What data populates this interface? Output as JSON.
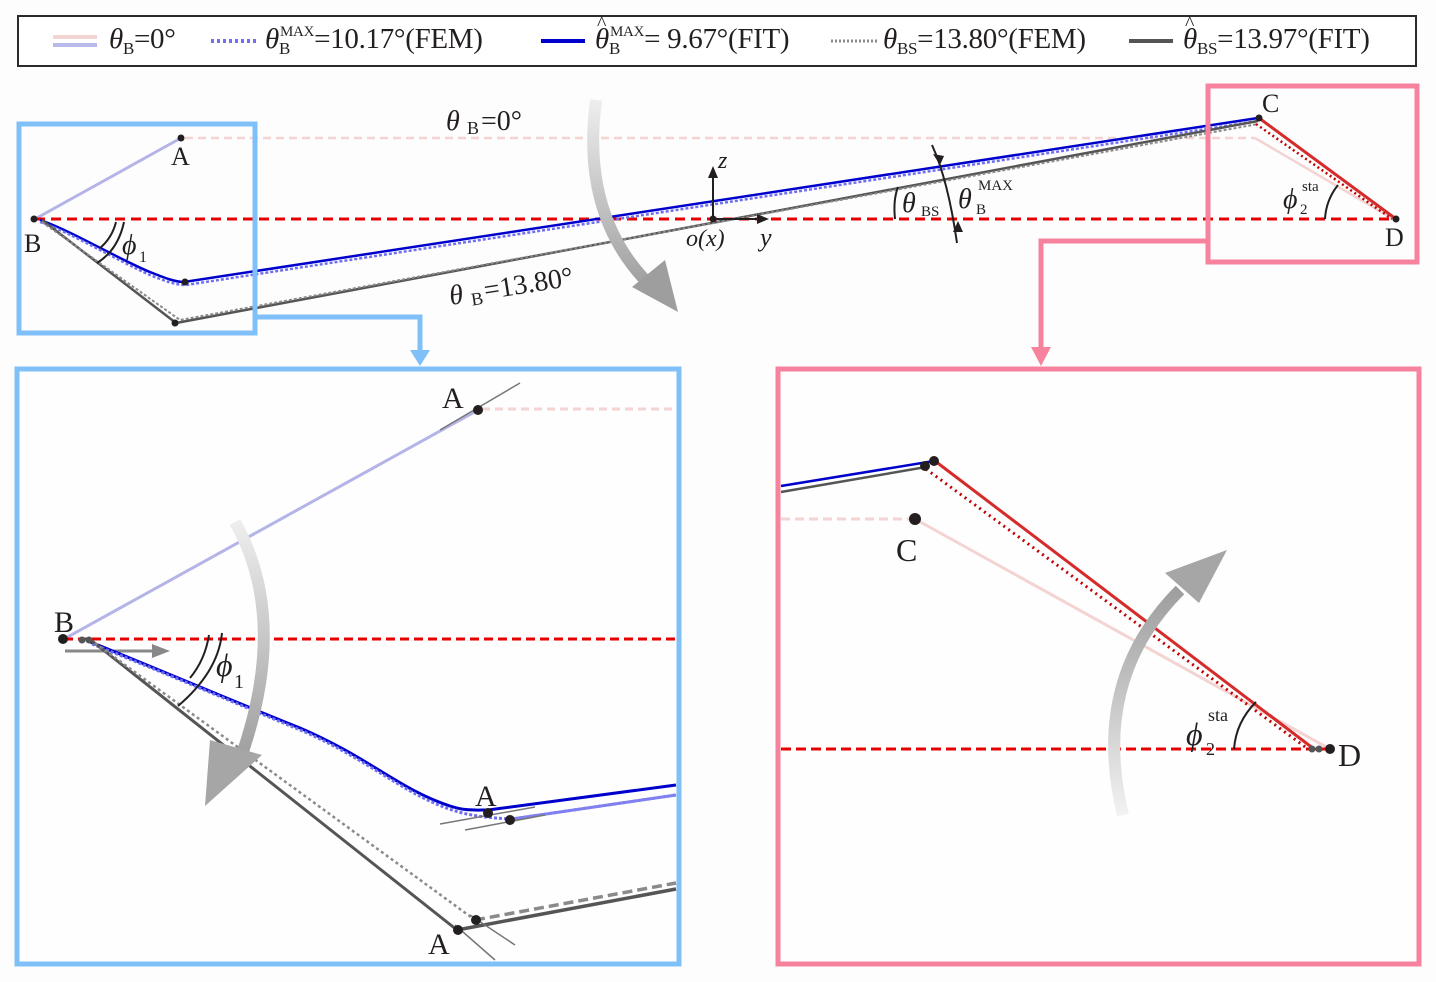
{
  "legend": {
    "items": [
      {
        "symbol": "θ",
        "sub": "B",
        "sup": "",
        "hat": false,
        "value": "=0°",
        "style": "double-pastel",
        "colors": [
          "#f4d3d3",
          "#b8b8ea"
        ]
      },
      {
        "symbol": "θ",
        "sub": "B",
        "sup": "MAX",
        "hat": false,
        "value": "=10.17°(FEM)",
        "style": "dotted",
        "colors": [
          "#6f6ff0"
        ]
      },
      {
        "symbol": "θ",
        "sub": "B",
        "sup": "MAX",
        "hat": true,
        "hat_char": "^",
        "value": "= 9.67°(FIT)",
        "style": "solid",
        "colors": [
          "#0000cc"
        ]
      },
      {
        "symbol": "θ",
        "sub": "BS",
        "sup": "",
        "hat": false,
        "value": "=13.80°(FEM)",
        "style": "dotted",
        "colors": [
          "#8a8a8a"
        ]
      },
      {
        "symbol": "θ",
        "sub": "BS",
        "sup": "",
        "hat": true,
        "hat_char": "^",
        "value": "=13.97°(FIT)",
        "style": "solid",
        "colors": [
          "#555555"
        ]
      }
    ]
  },
  "colors": {
    "blue_frame": "#7ec0f7",
    "pink_frame": "#f7829e",
    "reference": "#e60000",
    "fit_max": "#0000cc",
    "fem_max": "#6f6ff0",
    "fit_bs": "#555555",
    "fem_bs": "#8a8a8a",
    "initial_blue": "#b4b4e8",
    "initial_pink": "#f4d3d3",
    "link_red": "#d62b2b",
    "arrow_gray": "#a6a6a6"
  },
  "overview": {
    "points": {
      "A": "A",
      "B": "B",
      "C": "C",
      "D": "D"
    },
    "origin_label": "o(x)",
    "axis_z": "z",
    "axis_y": "y",
    "angle_zero": {
      "symbol": "θ",
      "sub": "B",
      "value": "=0°"
    },
    "angle_1380": {
      "symbol": "θ",
      "sub": "B",
      "value": "=13.80°"
    },
    "angle_bs": {
      "symbol": "θ",
      "sub": "BS"
    },
    "angle_max": {
      "symbol": "θ",
      "sub": "B",
      "sup": "MAX"
    },
    "phi1": {
      "symbol": "ϕ",
      "sub": "1"
    },
    "phi2": {
      "symbol": "ϕ",
      "sub": "2",
      "sup": "sta"
    }
  },
  "zoom_left": {
    "labels": {
      "A_top": "A",
      "B": "B",
      "A_mid": "A",
      "A_bottom": "A"
    },
    "phi1": {
      "symbol": "ϕ",
      "sub": "1"
    }
  },
  "zoom_right": {
    "labels": {
      "C": "C",
      "D": "D"
    },
    "phi2": {
      "symbol": "ϕ",
      "sub": "2",
      "sup": "sta"
    }
  }
}
